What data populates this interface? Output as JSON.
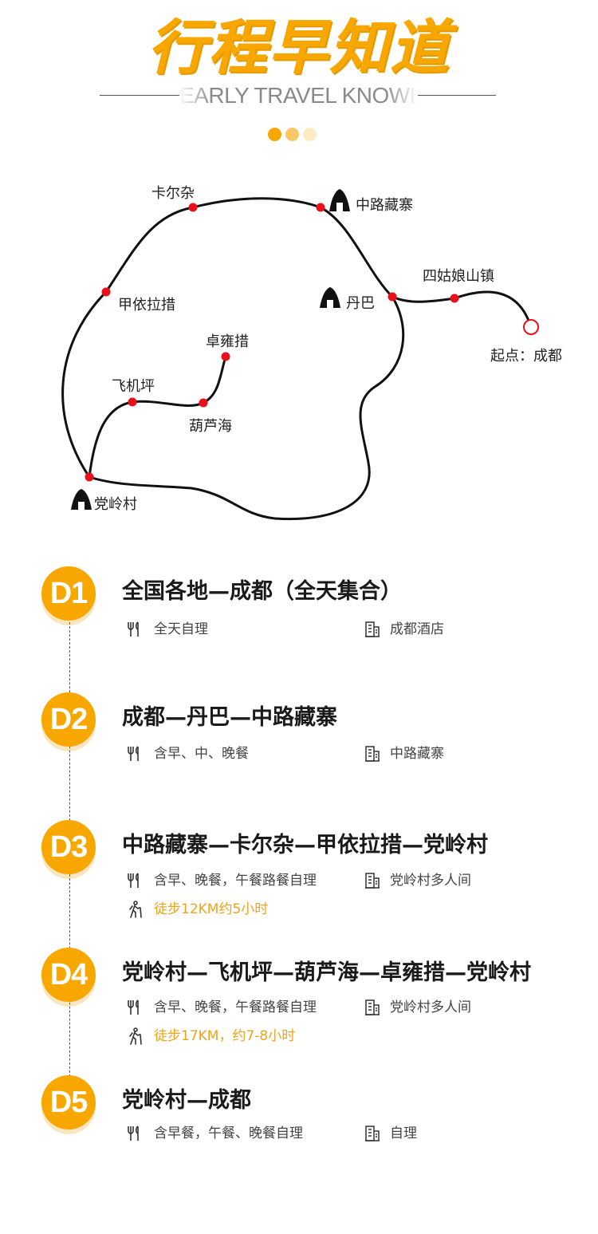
{
  "header": {
    "title": "行程早知道",
    "subtitle": "EARLY TRAVEL KNOWLEDGE"
  },
  "colors": {
    "accent": "#f7a700",
    "route_dot": "#e8101a",
    "hike_text": "#f0a21a"
  },
  "map": {
    "labels": {
      "kaerza": "卡尔杂",
      "zhonglu": "中路藏寨",
      "jiayilacuo": "甲依拉措",
      "danba": "丹巴",
      "siguniang": "四姑娘山镇",
      "start": "起点：成都",
      "zhuoyongcuo": "卓雍措",
      "feijiping": "飞机坪",
      "huluhai": "葫芦海",
      "danglingcun": "党岭村"
    },
    "icons": [
      "tent-icon",
      "tent-icon",
      "tent-icon"
    ]
  },
  "days": [
    {
      "badge": "D1",
      "title": "全国各地—成都（全天集合）",
      "meals": "全天自理",
      "hotel": "成都酒店",
      "hike": ""
    },
    {
      "badge": "D2",
      "title": "成都—丹巴—中路藏寨",
      "meals": "含早、中、晚餐",
      "hotel": "中路藏寨",
      "hike": ""
    },
    {
      "badge": "D3",
      "title": "中路藏寨—卡尔杂—甲依拉措—党岭村",
      "meals": "含早、晚餐，午餐路餐自理",
      "hotel": "党岭村多人间",
      "hike": "徒步12KM约5小时"
    },
    {
      "badge": "D4",
      "title": "党岭村—飞机坪—葫芦海—卓雍措—党岭村",
      "meals": "含早、晚餐，午餐路餐自理",
      "hotel": "党岭村多人间",
      "hike": "徒步17KM，约7-8小时"
    },
    {
      "badge": "D5",
      "title": "党岭村—成都",
      "meals": "含早餐，午餐、晚餐自理",
      "hotel": "自理",
      "hike": ""
    }
  ]
}
